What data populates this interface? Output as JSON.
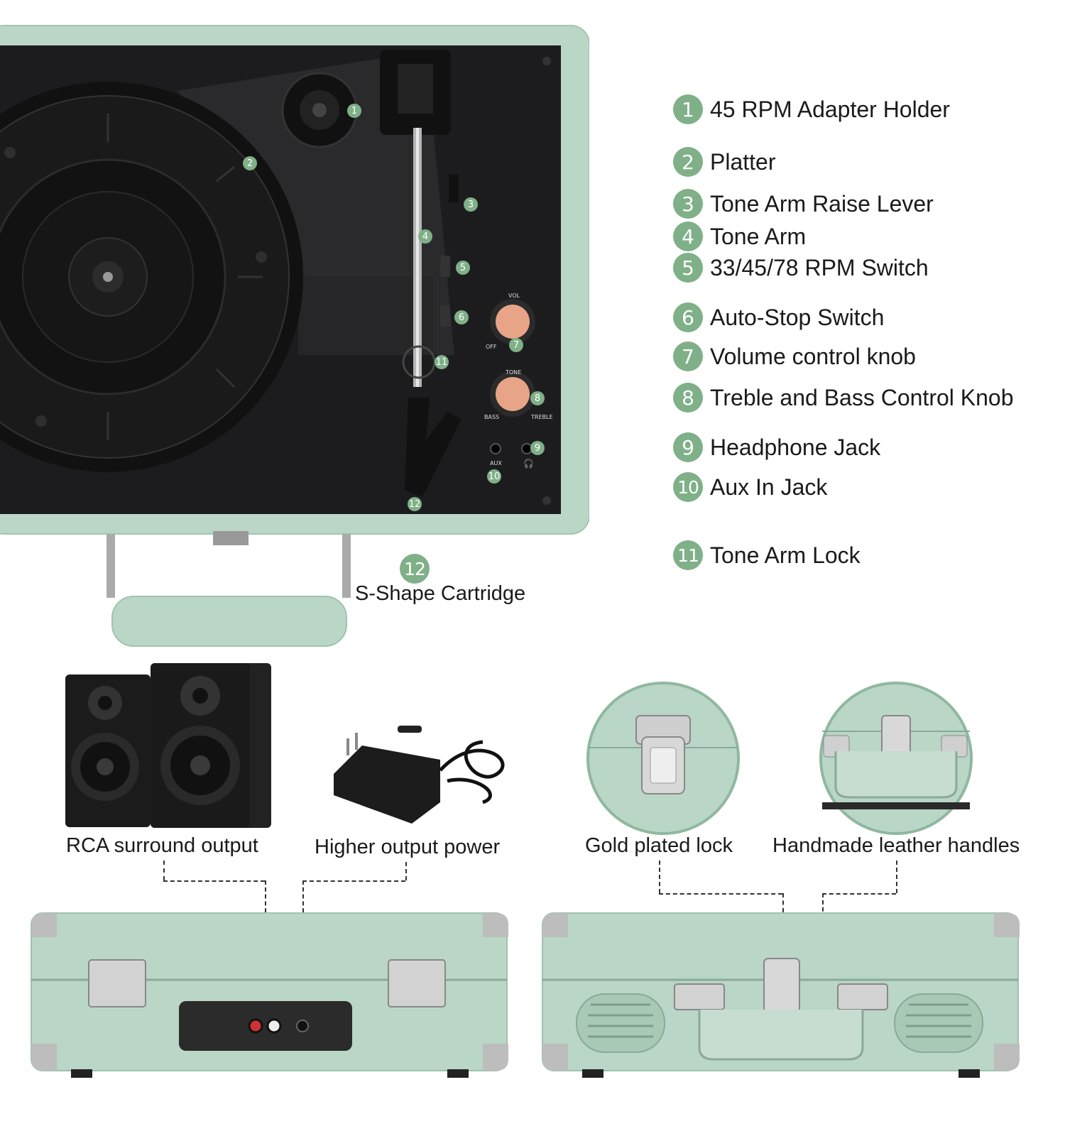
{
  "colors": {
    "accent": "#7fb088",
    "mint": "#b9d6c6",
    "panel": "#1c1c1e",
    "copper": "#e8a487"
  },
  "legend": [
    {
      "num": "1",
      "label": "45 RPM Adapter Holder"
    },
    {
      "num": "2",
      "label": "Platter"
    },
    {
      "num": "3",
      "label": "Tone Arm Raise Lever"
    },
    {
      "num": "4",
      "label": "Tone Arm"
    },
    {
      "num": "5",
      "label": "33/45/78 RPM Switch"
    },
    {
      "num": "6",
      "label": "Auto-Stop Switch"
    },
    {
      "num": "7",
      "label": "Volume control knob"
    },
    {
      "num": "8",
      "label": "Treble and Bass Control Knob"
    },
    {
      "num": "9",
      "label": "Headphone Jack"
    },
    {
      "num": "10",
      "label": "Aux In Jack"
    },
    {
      "num": "11",
      "label": "Tone Arm Lock"
    }
  ],
  "cartridge": {
    "num": "12",
    "label": "S-Shape Cartridge"
  },
  "panel_labels": {
    "vol": "VOL",
    "tone": "TONE",
    "off": "OFF",
    "bass": "BASS",
    "treble": "TREBLE",
    "aux": "AUX"
  },
  "captions": {
    "rca": "RCA surround output",
    "power": "Higher output power",
    "lock": "Gold plated lock",
    "handles": "Handmade leather handles"
  },
  "icons": [
    "headphone-icon",
    "speaker-pair",
    "power-adapter",
    "latch-lock",
    "case-handle"
  ]
}
